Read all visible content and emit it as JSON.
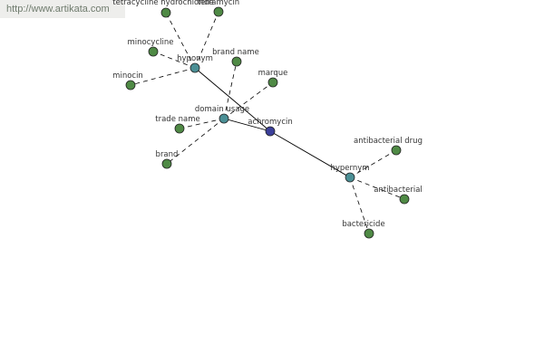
{
  "banner": {
    "url": "http://www.artikata.com"
  },
  "colors": {
    "center_node": "#3b3f9a",
    "relation_node": "#4b8f95",
    "term_node": "#4f8a45",
    "node_stroke": "#222222",
    "edge": "#000000"
  },
  "graph": {
    "nodes": [
      {
        "id": "achromycin",
        "label": "achromycin",
        "kind": "center"
      },
      {
        "id": "hyponym",
        "label": "hyponym",
        "kind": "relation"
      },
      {
        "id": "domain-usage",
        "label": "domain usage",
        "kind": "relation"
      },
      {
        "id": "hypernym",
        "label": "hypernym",
        "kind": "relation"
      },
      {
        "id": "tetracycline-hydrochloride",
        "label": "tetracycline hydrochloride",
        "kind": "term"
      },
      {
        "id": "terramycin",
        "label": "terramycin",
        "kind": "term"
      },
      {
        "id": "minocycline",
        "label": "minocycline",
        "kind": "term"
      },
      {
        "id": "minocin",
        "label": "minocin",
        "kind": "term"
      },
      {
        "id": "brand-name",
        "label": "brand name",
        "kind": "term"
      },
      {
        "id": "marque",
        "label": "marque",
        "kind": "term"
      },
      {
        "id": "trade-name",
        "label": "trade name",
        "kind": "term"
      },
      {
        "id": "brand",
        "label": "brand",
        "kind": "term"
      },
      {
        "id": "antibacterial-drug",
        "label": "antibacterial drug",
        "kind": "term"
      },
      {
        "id": "antibacterial",
        "label": "antibacterial",
        "kind": "term"
      },
      {
        "id": "bactericide",
        "label": "bactericide",
        "kind": "term"
      }
    ],
    "edges": [
      {
        "from": "achromycin",
        "to": "hyponym",
        "style": "solid"
      },
      {
        "from": "achromycin",
        "to": "domain-usage",
        "style": "solid"
      },
      {
        "from": "achromycin",
        "to": "hypernym",
        "style": "solid"
      },
      {
        "from": "hyponym",
        "to": "tetracycline-hydrochloride",
        "style": "dashed"
      },
      {
        "from": "hyponym",
        "to": "terramycin",
        "style": "dashed"
      },
      {
        "from": "hyponym",
        "to": "minocycline",
        "style": "dashed"
      },
      {
        "from": "hyponym",
        "to": "minocin",
        "style": "dashed"
      },
      {
        "from": "domain-usage",
        "to": "brand-name",
        "style": "dashed"
      },
      {
        "from": "domain-usage",
        "to": "marque",
        "style": "dashed"
      },
      {
        "from": "domain-usage",
        "to": "trade-name",
        "style": "dashed"
      },
      {
        "from": "domain-usage",
        "to": "brand",
        "style": "dashed"
      },
      {
        "from": "hypernym",
        "to": "antibacterial-drug",
        "style": "dashed"
      },
      {
        "from": "hypernym",
        "to": "antibacterial",
        "style": "dashed"
      },
      {
        "from": "hypernym",
        "to": "bactericide",
        "style": "dashed"
      }
    ]
  }
}
